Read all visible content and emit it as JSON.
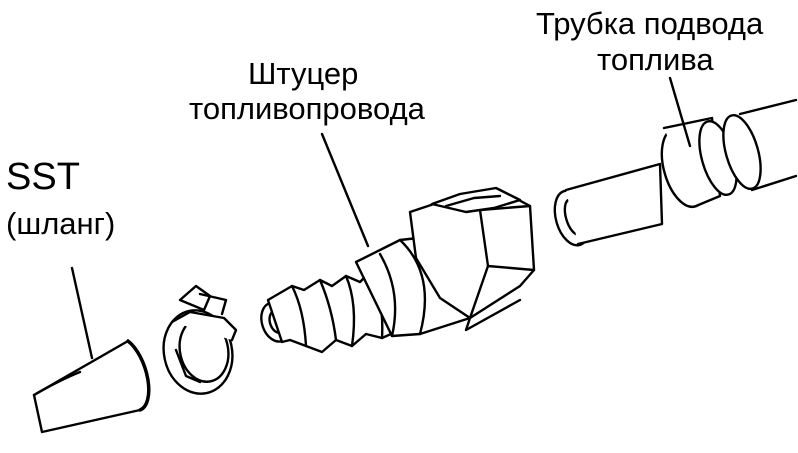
{
  "labels": {
    "sst": "SST",
    "sst_hose": "(шланг)",
    "fitting_line1": "Штуцер",
    "fitting_line2": "топливопровода",
    "pipe_line1": "Трубка подвода",
    "pipe_line2": "топлива"
  },
  "colors": {
    "ink": "#000000",
    "paper": "#ffffff"
  }
}
